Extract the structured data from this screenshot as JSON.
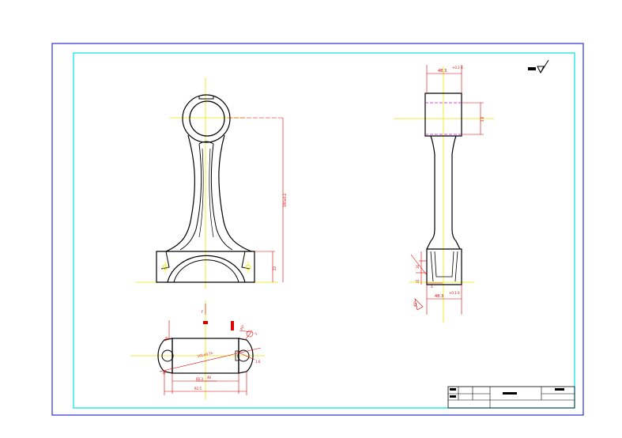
{
  "colors": {
    "background": "#ffffff",
    "outer_frame": "#3030d0",
    "inner_frame": "#00e0e0",
    "outline": "#000000",
    "centerline": "#e8e800",
    "dimension": "#e00000",
    "hidden": "#e000e0"
  },
  "icons": {
    "surface_finish": "surface-finish-symbol"
  },
  "dimensions": {
    "front_center_distance": "160±0.2",
    "front_cap_height": "22",
    "side_top_width": "48.3",
    "side_top_tol": "+0.1\n0",
    "side_bore": "3.6",
    "side_bottom_width": "48.3",
    "side_bottom_tol": "+0.1\n0",
    "side_left_small": "16",
    "side_left_small2": "21",
    "side_step": "3",
    "side_angle": "45°",
    "section_width": "46",
    "section_inner": "60.3",
    "section_outer": "92.5",
    "section_diag": "101±0.15",
    "section_right": "1.6",
    "section_top_angle": "45°",
    "section_top_right": "2",
    "section_left_a": "Φ8",
    "section_left_b": "Φ8",
    "section_mark": "F"
  }
}
